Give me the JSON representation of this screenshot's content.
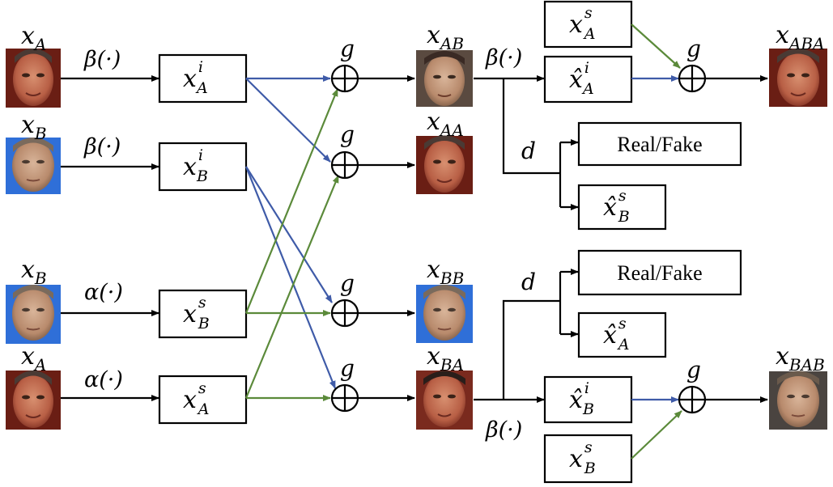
{
  "colors": {
    "identity_arrow": "#3f5ba8",
    "style_arrow": "#5b8a3a",
    "line": "#000000"
  },
  "inputs": {
    "xA_top": {
      "base": "x",
      "sub": "A"
    },
    "xB_top": {
      "base": "x",
      "sub": "B"
    },
    "xB_low": {
      "base": "x",
      "sub": "B"
    },
    "xA_low": {
      "base": "x",
      "sub": "A"
    }
  },
  "encoders": {
    "beta": "β(·)",
    "alpha": "α(·)"
  },
  "features": {
    "xiA": {
      "base": "x",
      "sup": "i",
      "sub": "A"
    },
    "xiB": {
      "base": "x",
      "sup": "i",
      "sub": "B"
    },
    "xsB": {
      "base": "x",
      "sup": "s",
      "sub": "B"
    },
    "xsA": {
      "base": "x",
      "sup": "s",
      "sub": "A"
    }
  },
  "generator_label": "g",
  "outputs": {
    "xAB": {
      "base": "x",
      "sub": "AB"
    },
    "xAA": {
      "base": "x",
      "sub": "AA"
    },
    "xBB": {
      "base": "x",
      "sub": "BB"
    },
    "xBA": {
      "base": "x",
      "sub": "BA"
    }
  },
  "reconstruction": {
    "top": {
      "style_feature": {
        "base": "x",
        "sup": "s",
        "sub": "A"
      },
      "identity_feature": {
        "base": "x̂",
        "sup": "i",
        "sub": "A"
      },
      "output": {
        "base": "x",
        "sub": "ABA"
      }
    },
    "bottom": {
      "style_feature": {
        "base": "x",
        "sup": "s",
        "sub": "B"
      },
      "identity_feature": {
        "base": "x̂",
        "sup": "i",
        "sub": "B"
      },
      "output": {
        "base": "x",
        "sub": "BAB"
      }
    }
  },
  "discriminator": {
    "label": "d",
    "real_fake": "Real/Fake",
    "top_style_pred": {
      "base": "x̂",
      "sup": "s",
      "sub": "B"
    },
    "bottom_style_pred": {
      "base": "x̂",
      "sup": "s",
      "sub": "A"
    }
  }
}
